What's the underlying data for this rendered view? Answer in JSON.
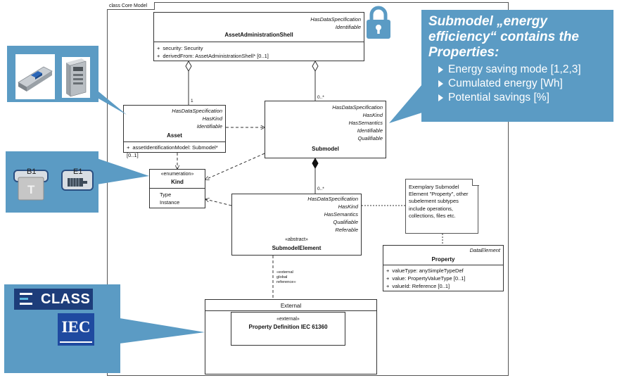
{
  "frame": {
    "title": "class Core Model"
  },
  "classes": {
    "asset_administration_shell": {
      "stereotypes": [
        "HasDataSpecification",
        "Identifiable"
      ],
      "name": "AssetAdministrationShell",
      "attributes": [
        {
          "visibility": "+",
          "text": "security: Security"
        },
        {
          "visibility": "+",
          "text": "derivedFrom: AssetAdministrationShell* [0..1]"
        }
      ]
    },
    "asset": {
      "stereotypes": [
        "HasDataSpecification",
        "HasKind",
        "Identifiable"
      ],
      "name": "Asset",
      "attributes": [
        {
          "visibility": "+",
          "text": "assetIdentificationModel: Submodel* [0..1]"
        }
      ]
    },
    "submodel": {
      "stereotypes": [
        "HasDataSpecification",
        "HasKind",
        "HasSemantics",
        "Identifiable",
        "Qualifiable"
      ],
      "name": "Submodel"
    },
    "kind": {
      "stereotype": "«enumeration»",
      "name": "Kind",
      "literals": [
        "Type",
        "Instance"
      ]
    },
    "submodel_element": {
      "stereotypes": [
        "HasDataSpecification",
        "HasKind",
        "HasSemantics",
        "Qualifiable",
        "Referable"
      ],
      "abstract": "«abstract»",
      "name": "SubmodelElement"
    },
    "property": {
      "stereotypes": [
        "DataElement"
      ],
      "name": "Property",
      "attributes": [
        {
          "visibility": "+",
          "text": "valueType: anySimpleTypeDef"
        },
        {
          "visibility": "+",
          "text": "value: PropertyValueType [0..1]"
        },
        {
          "visibility": "+",
          "text": "valueId: Reference [0..1]"
        }
      ]
    },
    "property_definition": {
      "stereotype": "«external»",
      "name": "Property Definition IEC 61360"
    }
  },
  "package": {
    "title": "External"
  },
  "multiplicities": {
    "asset_end": "1",
    "submodel_end": "0..*",
    "element_end": "0..*"
  },
  "note": {
    "text": "Exemplary Submodel Element \"Property\", other subelement subtypes include operations, collections, files etc."
  },
  "reference_label": [
    "«external",
    "global",
    "reference»"
  ],
  "callout": {
    "title": "Submodel „energy efficiency“ contains the Properties:",
    "items": [
      "Energy saving mode [1,2,3]",
      "Cumulated energy [Wh]",
      "Potential savings [%]"
    ],
    "color": "#5b9bc4"
  },
  "kind_icons": {
    "type_tag": "B1",
    "instance_tag": "E1",
    "type_letter": "T"
  },
  "logos": {
    "eclass": "CLASS",
    "iec": "IEC"
  }
}
